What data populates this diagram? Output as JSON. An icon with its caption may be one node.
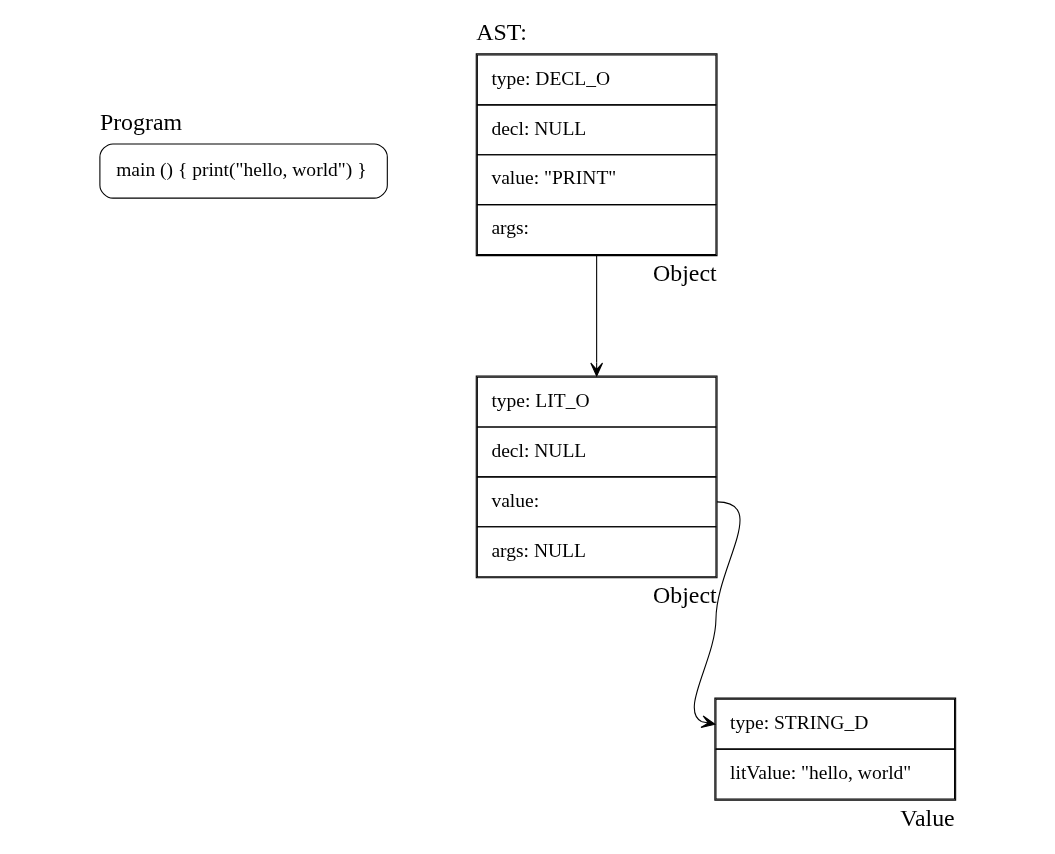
{
  "diagram": {
    "nodes": [
      {
        "text": [
          "Program",
          "main () { print(\"hello, world\") }"
        ]
      },
      {
        "text": [
          "AST:",
          "type: DECL_O",
          "decl: NULL",
          "value: \"PRINT\"",
          "args:"
        ],
        "beside": [
          "Object"
        ]
      },
      {
        "text": [
          "type: LIT_O",
          "decl: NULL",
          "value:",
          "args: NULL"
        ],
        "beside": [
          "Object"
        ]
      },
      {
        "text": [
          "type: STRING_D",
          "litValue: \"hello, world\""
        ],
        "beside": [
          "Value"
        ]
      }
    ],
    "edges": [
      {
        "from": 1,
        "to": 2,
        "arrow": "to"
      },
      {
        "from": 2,
        "to": 3,
        "arrow": "to"
      }
    ]
  }
}
